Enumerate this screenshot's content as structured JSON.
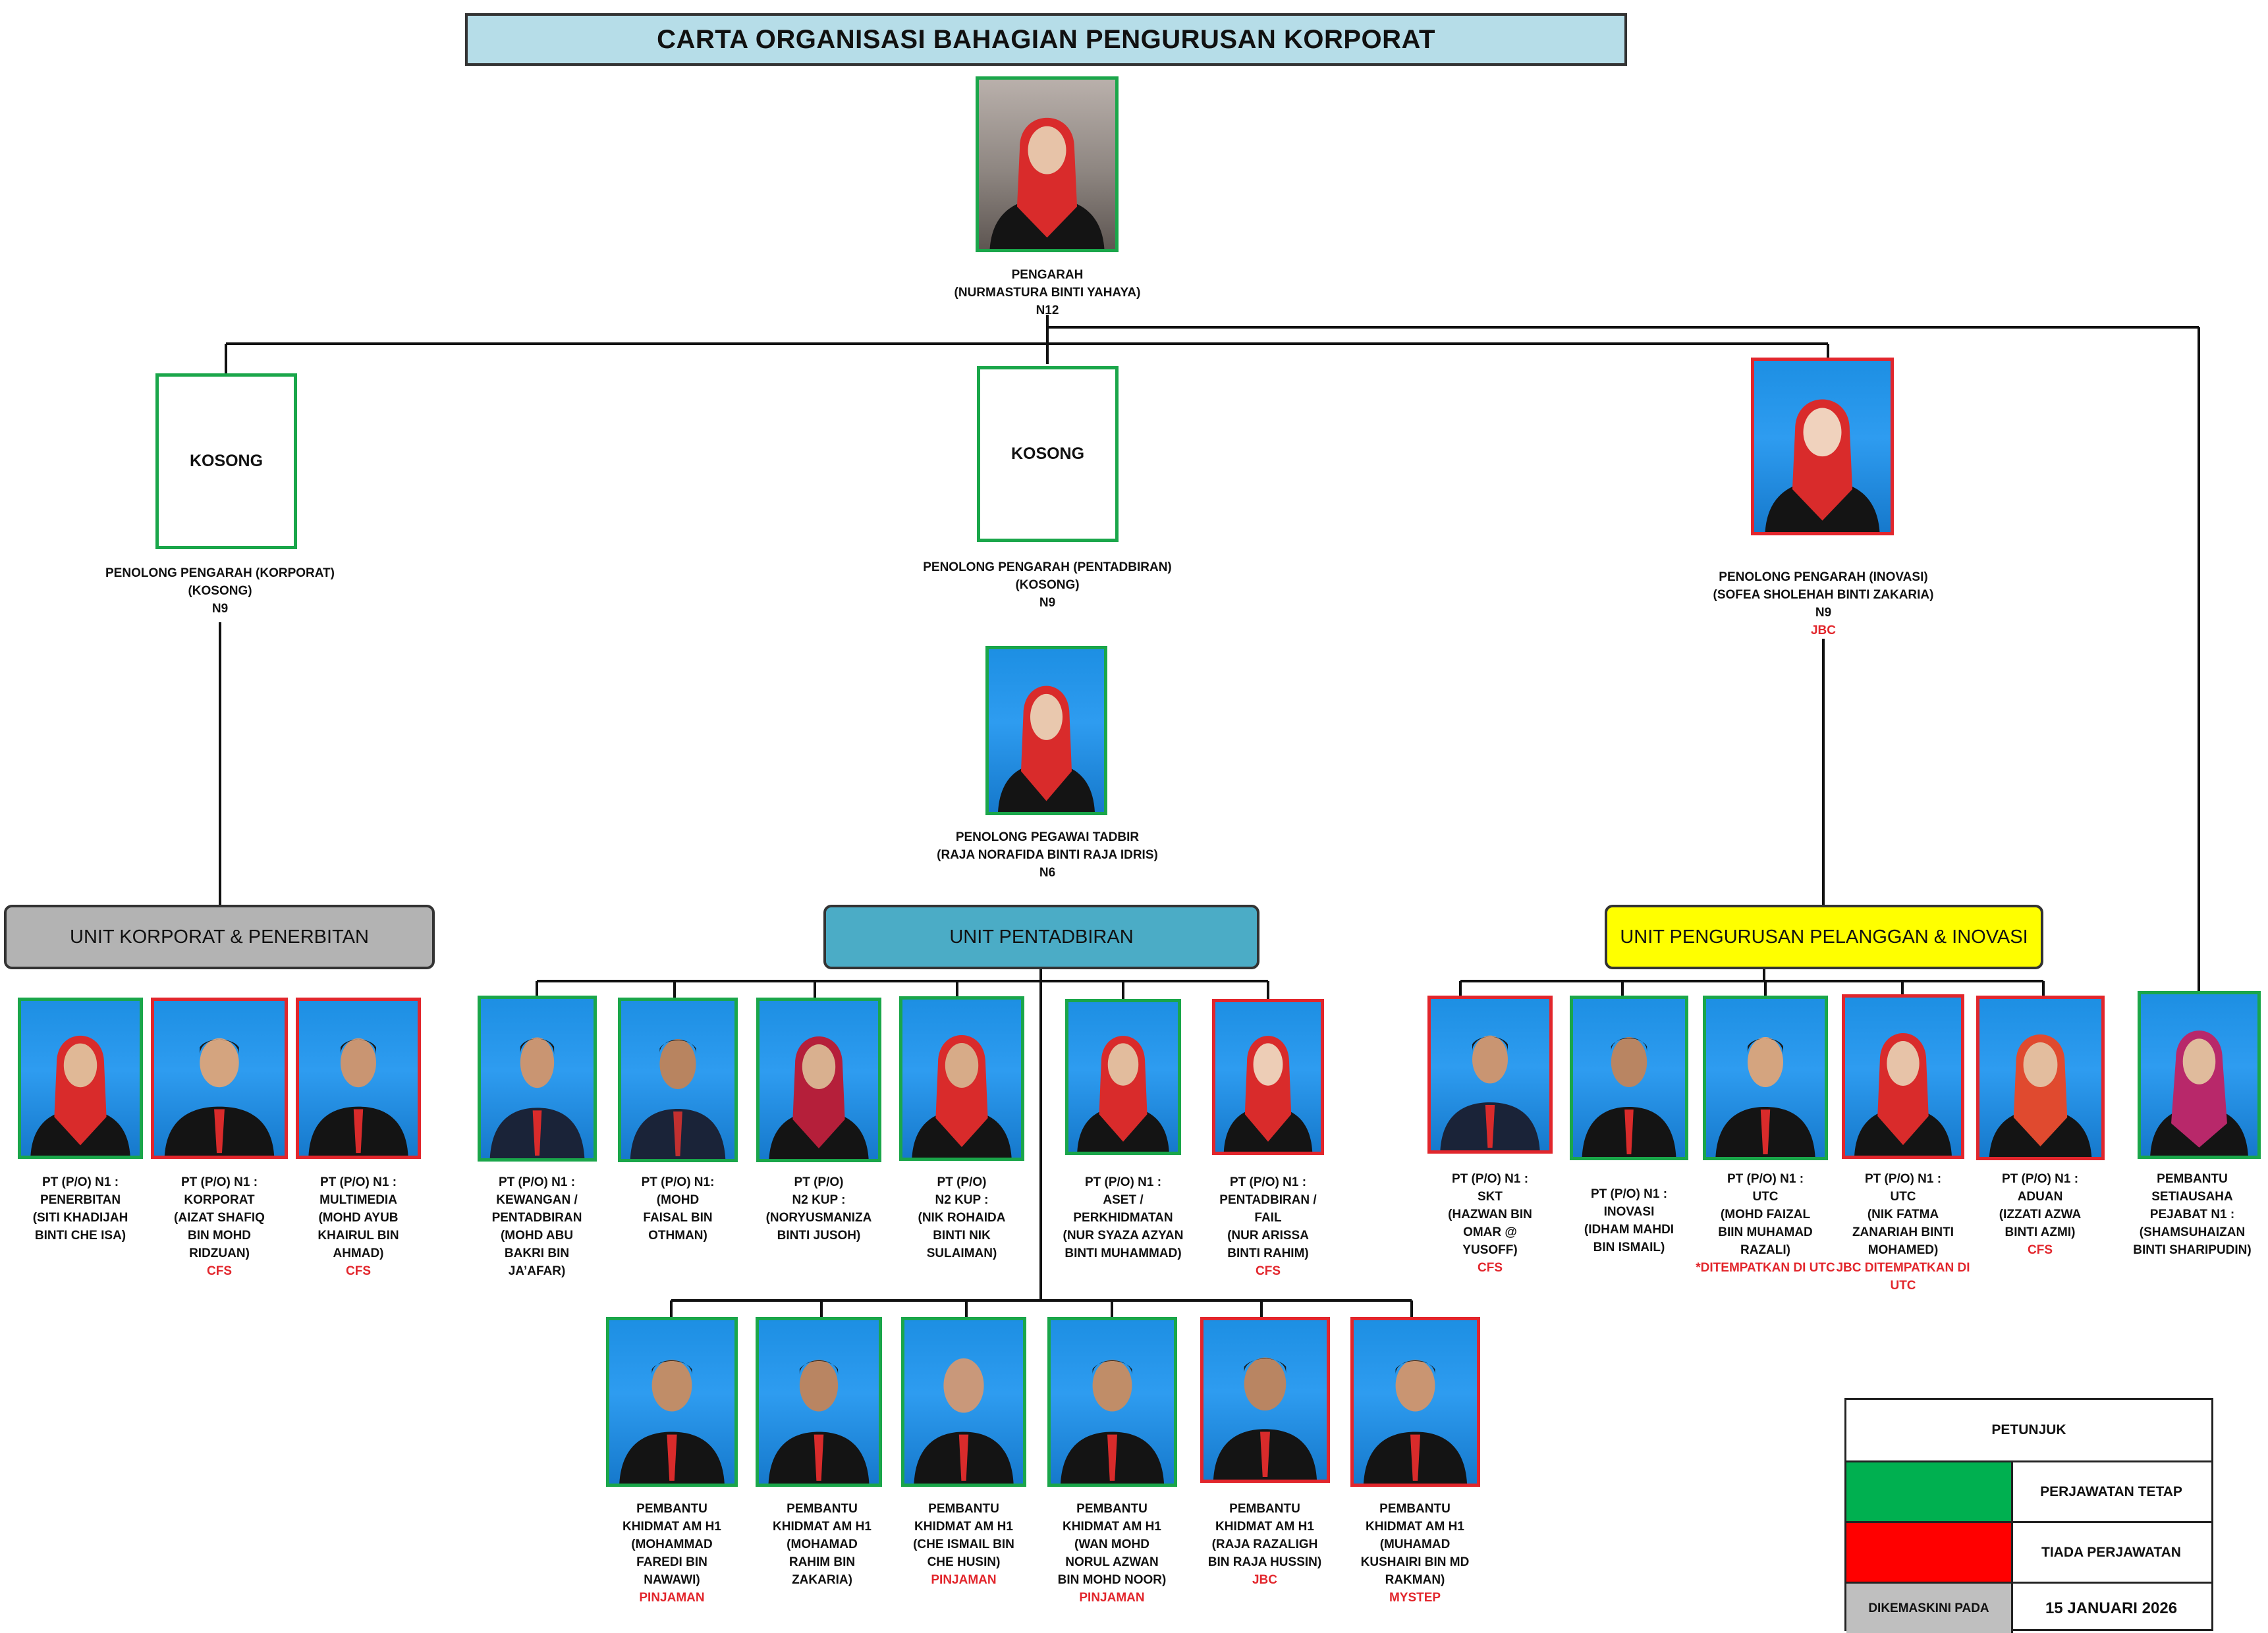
{
  "title": "CARTA ORGANISASI BAHAGIAN PENGURUSAN KORPORAT",
  "colors": {
    "green": "#1aa64a",
    "red": "#e2262c",
    "photo_blue": "#1d8fe3",
    "unit_gray": "#b3b3b3",
    "unit_blue": "#4bacc6",
    "unit_yellow": "#ffff00",
    "title_bg": "#b6dde8"
  },
  "director": {
    "photo": "portrait-photo",
    "lines": [
      "PENGARAH",
      "(NURMASTURA BINTI YAHAYA)",
      "N12"
    ]
  },
  "deputies": {
    "korporat": {
      "box_label": "KOSONG",
      "lines": [
        "PENOLONG PENGARAH (KORPORAT)",
        "(KOSONG)",
        "N9"
      ]
    },
    "pentadbiran": {
      "box_label": "KOSONG",
      "lines": [
        "PENOLONG PENGARAH (PENTADBIRAN)",
        "(KOSONG)",
        "N9"
      ]
    },
    "inovasi": {
      "photo": "portrait-photo",
      "lines": [
        "PENOLONG PENGARAH (INOVASI)",
        "(SOFEA SHOLEHAH BINTI ZAKARIA)",
        "N9"
      ],
      "note": "JBC"
    }
  },
  "ppt": {
    "photo": "portrait-photo",
    "lines": [
      "PENOLONG PEGAWAI TADBIR",
      "(RAJA NORAFIDA BINTI RAJA IDRIS)",
      "N6"
    ]
  },
  "units": {
    "korporat": "UNIT KORPORAT & PENERBITAN",
    "pentadbiran": "UNIT PENTADBIRAN",
    "pelanggan": "UNIT PENGURUSAN PELANGGAN & INOVASI"
  },
  "staff_korporat": [
    {
      "lines": [
        "PT (P/O) N1 :",
        "PENERBITAN",
        "(SITI KHADIJAH",
        "BINTI CHE ISA)"
      ],
      "note": ""
    },
    {
      "lines": [
        "PT (P/O) N1 :",
        "KORPORAT",
        "(AIZAT SHAFIQ",
        "BIN MOHD",
        "RIDZUAN)"
      ],
      "note": "CFS"
    },
    {
      "lines": [
        "PT (P/O) N1 :",
        "MULTIMEDIA",
        "(MOHD AYUB",
        "KHAIRUL  BIN",
        "AHMAD)"
      ],
      "note": "CFS"
    }
  ],
  "staff_pentadbiran": [
    {
      "lines": [
        "PT (P/O) N1 :",
        "KEWANGAN /",
        "PENTADBIRAN",
        "(MOHD ABU",
        "BAKRI BIN",
        "JA’AFAR)"
      ],
      "note": ""
    },
    {
      "lines": [
        "PT (P/O) N1:",
        "(MOHD",
        "FAISAL BIN",
        "OTHMAN)"
      ],
      "note": ""
    },
    {
      "lines": [
        "PT (P/O)",
        "N2 KUP :",
        "(NORYUSMANIZA",
        "BINTI JUSOH)"
      ],
      "note": ""
    },
    {
      "lines": [
        "PT (P/O)",
        "N2 KUP :",
        "(NIK ROHAIDA",
        "BINTI NIK",
        "SULAIMAN)"
      ],
      "note": ""
    },
    {
      "lines": [
        "PT (P/O) N1 :",
        "ASET /",
        "PERKHIDMATAN",
        "(NUR SYAZA AZYAN",
        "BINTI MUHAMMAD)"
      ],
      "note": ""
    },
    {
      "lines": [
        "PT (P/O) N1 :",
        "PENTADBIRAN /",
        "FAIL",
        "(NUR ARISSA",
        "BINTI RAHIM)"
      ],
      "note": "CFS"
    }
  ],
  "staff_pkam": [
    {
      "lines": [
        "PEMBANTU",
        "KHIDMAT AM H1",
        "(MOHAMMAD",
        "FAREDI BIN",
        "NAWAWI)"
      ],
      "note": "PINJAMAN"
    },
    {
      "lines": [
        "PEMBANTU",
        "KHIDMAT AM  H1",
        "(MOHAMAD",
        "RAHIM BIN",
        "ZAKARIA)"
      ],
      "note": ""
    },
    {
      "lines": [
        "PEMBANTU",
        "KHIDMAT AM  H1",
        "(CHE ISMAIL BIN",
        "CHE HUSIN)"
      ],
      "note": "PINJAMAN"
    },
    {
      "lines": [
        "PEMBANTU",
        "KHIDMAT AM H1",
        "(WAN MOHD",
        "NORUL AZWAN",
        "BIN MOHD NOOR)"
      ],
      "note": "PINJAMAN"
    },
    {
      "lines": [
        "PEMBANTU",
        "KHIDMAT AM H1",
        "(RAJA RAZALIGH",
        "BIN RAJA HUSSIN)"
      ],
      "note": "JBC"
    },
    {
      "lines": [
        "PEMBANTU",
        "KHIDMAT AM H1",
        "(MUHAMAD",
        "KUSHAIRI BIN MD",
        "RAKMAN)"
      ],
      "note": "MYSTEP"
    }
  ],
  "staff_pelanggan": [
    {
      "lines": [
        "PT (P/O) N1 :",
        "SKT",
        "(HAZWAN BIN",
        "OMAR @",
        "YUSOFF)"
      ],
      "note": "CFS"
    },
    {
      "lines": [
        "PT (P/O) N1 :",
        "INOVASI",
        "(IDHAM MAHDI",
        "BIN ISMAIL)"
      ],
      "note": ""
    },
    {
      "lines": [
        "PT (P/O) N1 :",
        "UTC",
        "(MOHD FAIZAL",
        "BIIN MUHAMAD",
        "RAZALI)"
      ],
      "note": "*DITEMPATKAN DI UTC"
    },
    {
      "lines": [
        "PT (P/O) N1 :",
        "UTC",
        "(NIK FATMA",
        "ZANARIAH BINTI",
        "MOHAMED)"
      ],
      "note": "JBC DITEMPATKAN DI UTC"
    },
    {
      "lines": [
        "PT (P/O) N1 :",
        "ADUAN",
        "(IZZATI AZWA",
        "BINTI AZMI)"
      ],
      "note": "CFS"
    }
  ],
  "secretary": {
    "lines": [
      "PEMBANTU",
      "SETIAUSAHA",
      "PEJABAT N1 :",
      "(SHAMSUHAIZAN",
      "BINTI SHARIPUDIN)"
    ],
    "note": ""
  },
  "legend": {
    "title": "PETUNJUK",
    "permanent": "PERJAWATAN TETAP",
    "no_post": "TIADA PERJAWATAN",
    "updated_label": "DIKEMASKINI PADA",
    "updated_date": "15 JANUARI 2026"
  }
}
